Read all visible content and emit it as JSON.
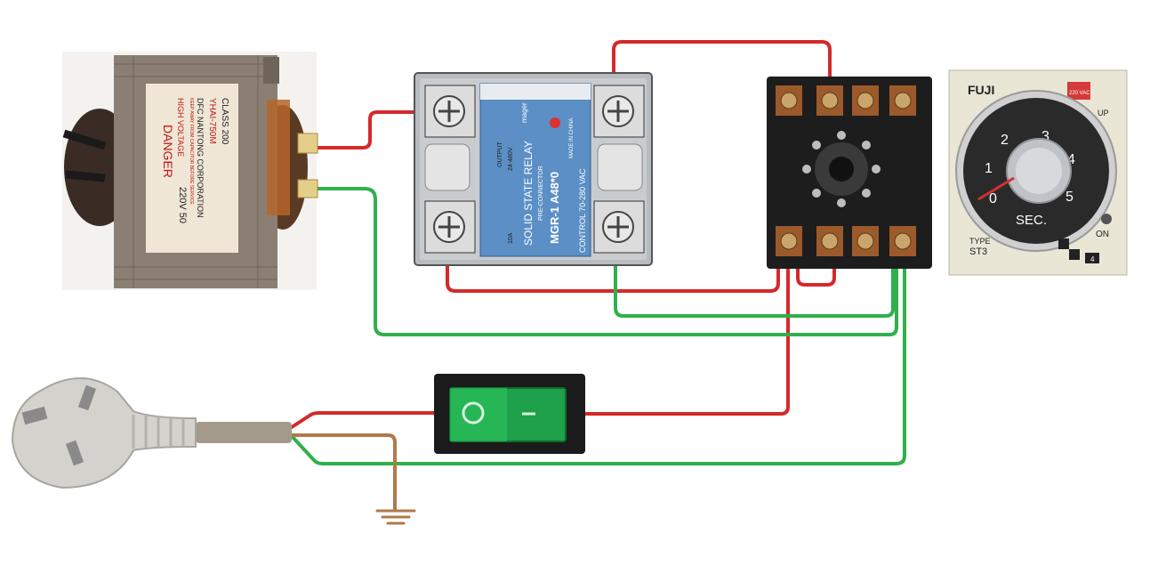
{
  "colors": {
    "live_wire": "#d42a2a",
    "neutral_wire": "#2fb04a",
    "earth_wire": "#b07a4a",
    "background": "#ffffff"
  },
  "transformer": {
    "label_danger": "DANGER",
    "label_high_voltage": "HIGH VOLTAGE",
    "label_warning": "KEEP AWAY FROM CAPACITOR BEFORE SERVICE",
    "label_class": "CLASS 200",
    "label_model": "YHAI-750M",
    "label_rating": "220V 50",
    "label_maker": "DFC NANTONG CORPORATION"
  },
  "ssr": {
    "label_type": "SOLID STATE RELAY",
    "label_sub": "PRE-CONNECTOR",
    "label_model": "MGR-1  A48*0",
    "label_control": "CONTROL 70-280 VAC",
    "label_output": "OUTPUT",
    "label_load": "24-480V",
    "label_amp": "10A",
    "label_origin": "MADE IN CHINA",
    "label_brand": "mager"
  },
  "timer": {
    "brand": "FUJI",
    "voltage": "220 VAC",
    "dial_numbers": [
      "0",
      "1",
      "2",
      "3",
      "4",
      "5"
    ],
    "unit": "SEC.",
    "label_up": "UP",
    "label_on": "ON",
    "type_label": "TYPE",
    "type_model": "ST3",
    "corner_number": "4"
  },
  "switch": {
    "state_off_symbol": "O",
    "state_on_symbol": "I"
  },
  "icons": {
    "plug": "three-pin-plug-icon",
    "ground": "ground-symbol-icon",
    "switch": "rocker-switch-icon"
  }
}
